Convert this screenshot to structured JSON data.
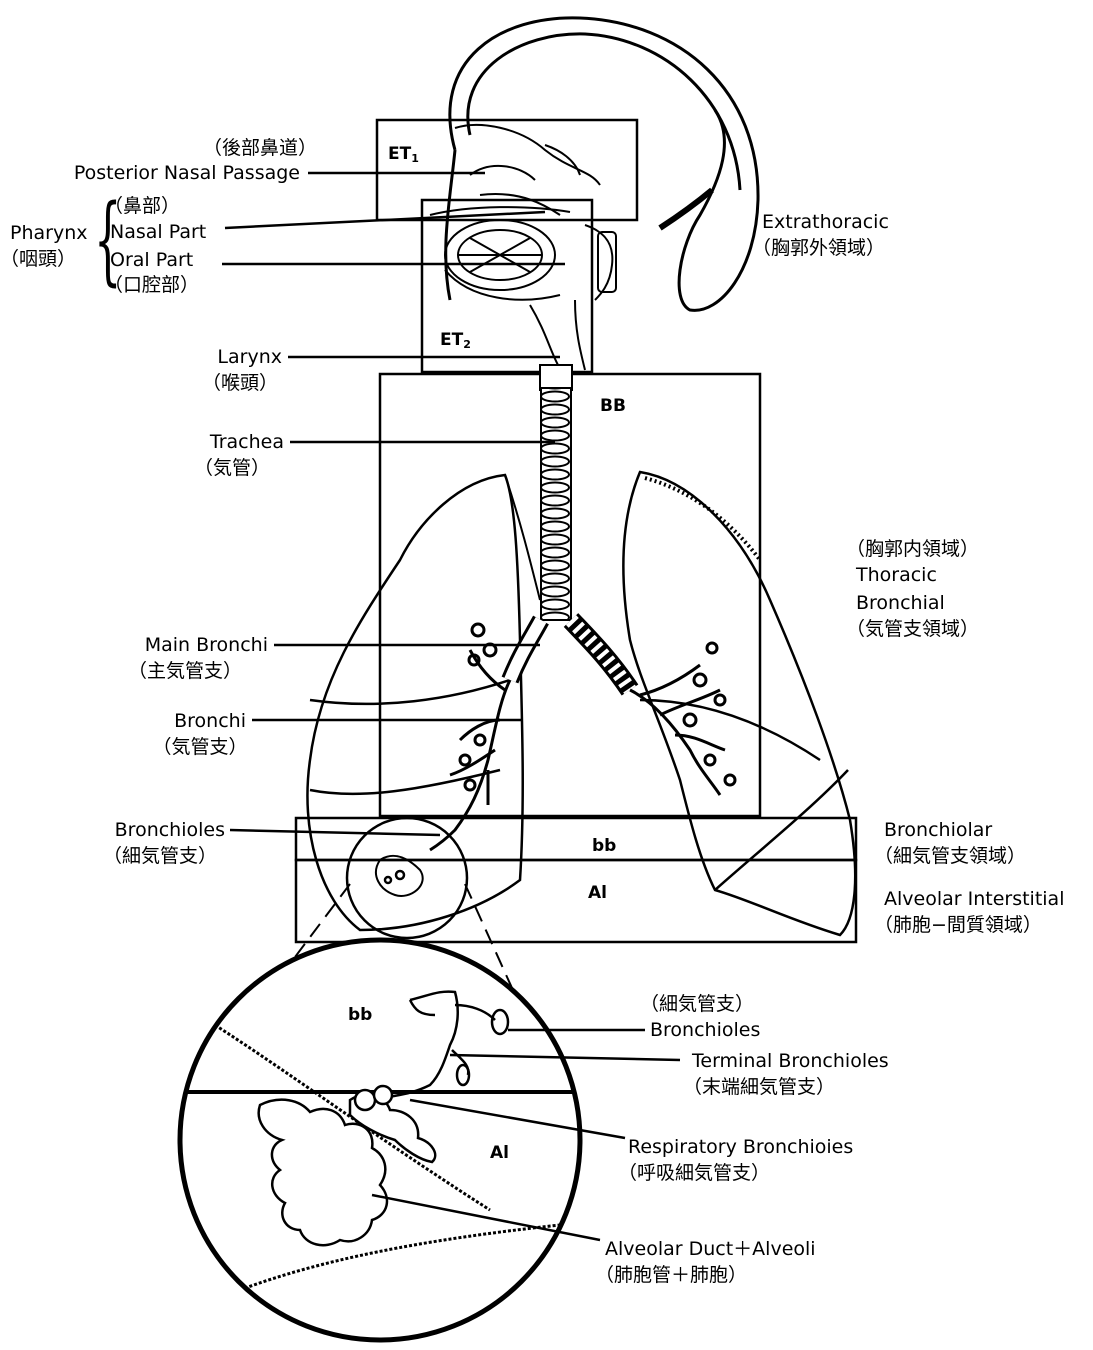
{
  "labels": {
    "posterior_nasal_passage_ja": "（後部鼻道）",
    "posterior_nasal_passage": "Posterior Nasal Passage",
    "pharynx": "Pharynx",
    "pharynx_ja": "（咽頭）",
    "nasal_part_ja": "（鼻部）",
    "nasal_part": "Nasal Part",
    "oral_part": "Oral Part",
    "oral_part_ja": "（口腔部）",
    "larynx": "Larynx",
    "larynx_ja": "（喉頭）",
    "trachea": "Trachea",
    "trachea_ja": "（気管）",
    "main_bronchi": "Main Bronchi",
    "main_bronchi_ja": "（主気管支）",
    "bronchi": "Bronchi",
    "bronchi_ja": "（気管支）",
    "bronchioles": "Bronchioles",
    "bronchioles_ja": "（細気管支）",
    "extrathoracic": "Extrathoracic",
    "extrathoracic_ja": "（胸郭外領域）",
    "thoracic_ja": "（胸郭内領域）",
    "thoracic": "Thoracic",
    "bronchial": "Bronchial",
    "bronchial_ja": "（気管支領域）",
    "bronchiolar": "Bronchiolar",
    "bronchiolar_ja": "（細気管支領域）",
    "alveolar_interstitial": "Alveolar Interstitial",
    "alveolar_interstitial_ja": "（肺胞−間質領域）",
    "zoom_bronchioles_ja": "（細気管支）",
    "zoom_bronchioles": "Bronchioles",
    "terminal_bronchioles": "Terminal Bronchioles",
    "terminal_bronchioles_ja": "（末端細気管支）",
    "respiratory_bronchioles": "Respiratory Bronchioies",
    "respiratory_bronchioles_ja": "（呼吸細気管支）",
    "alveolar_duct": "Alveolar Duct＋Alveoli",
    "alveolar_duct_ja": "（肺胞管＋肺胞）"
  },
  "zones": {
    "et1": "ET",
    "et1_sub": "1",
    "et2": "ET",
    "et2_sub": "2",
    "bb_upper": "BB",
    "bb_lower": "bb",
    "al": "Al",
    "zoom_bb": "bb",
    "zoom_al": "Al"
  }
}
